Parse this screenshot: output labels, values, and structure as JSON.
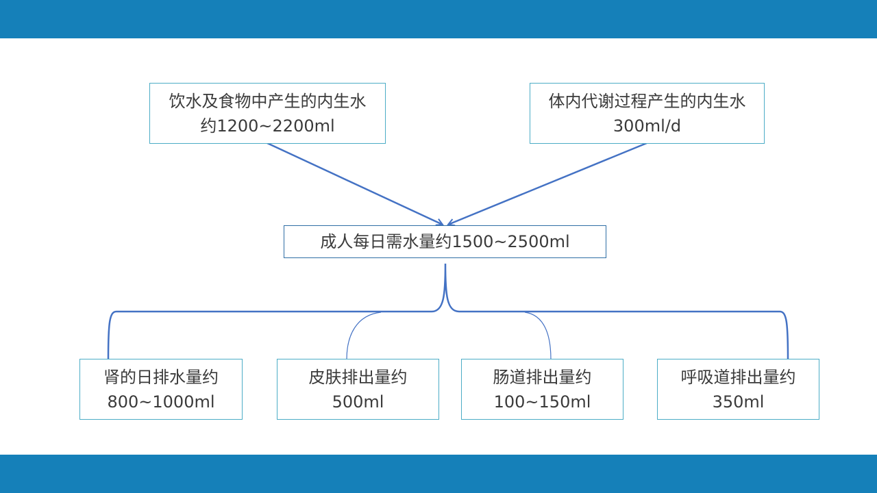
{
  "colors": {
    "band": "#1580b9",
    "box_border": "#4bacc6",
    "connector": "#4472c4",
    "text": "#3a3a3a"
  },
  "sources": [
    {
      "line1": "饮水及食物中产生的内生水",
      "line2": "约1200~2200ml"
    },
    {
      "line1": "体内代谢过程产生的内生水",
      "line2": "300ml/d"
    }
  ],
  "center": {
    "label": "成人每日需水量约1500~2500ml"
  },
  "outputs": [
    {
      "line1": "肾的日排水量约",
      "line2": "800~1000ml"
    },
    {
      "line1": "皮肤排出量约",
      "line2": "500ml"
    },
    {
      "line1": "肠道排出量约",
      "line2": "100~150ml"
    },
    {
      "line1": "呼吸道排出量约",
      "line2": "350ml"
    }
  ]
}
